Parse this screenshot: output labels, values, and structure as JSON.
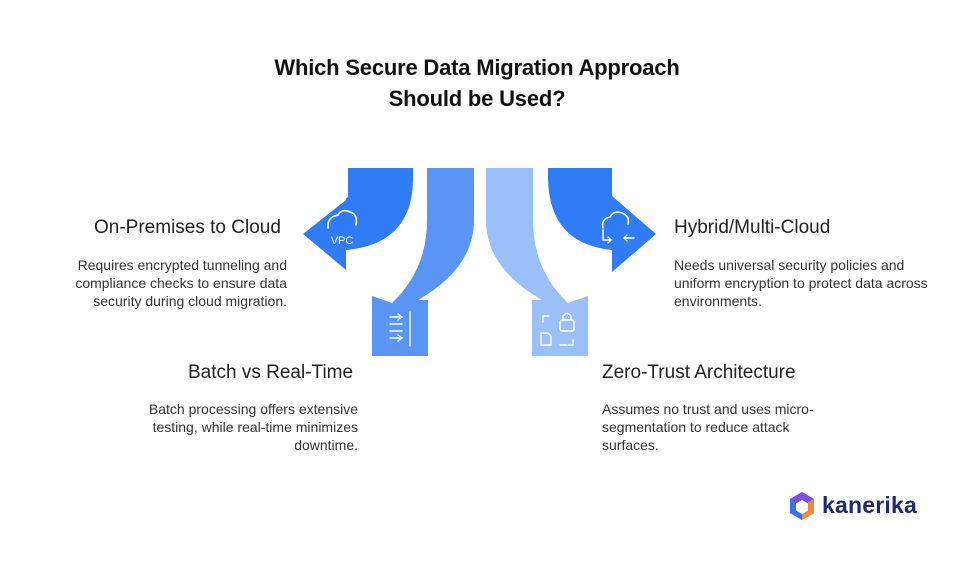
{
  "title": {
    "line1": "Which Secure Data Migration Approach",
    "line2": "Should be Used?"
  },
  "options": {
    "on_premises": {
      "heading": "On-Premises to Cloud",
      "description": "Requires encrypted tunneling and compliance checks to ensure data security during cloud migration.",
      "icon": "cloud-vpc-icon",
      "icon_text": "VPC",
      "color": "#2f7cf6"
    },
    "hybrid": {
      "heading": "Hybrid/Multi-Cloud",
      "description": "Needs universal security policies and uniform encryption to protect data across environments.",
      "icon": "cloud-exchange-icon",
      "color": "#2f7cf6"
    },
    "batch": {
      "heading": "Batch vs Real-Time",
      "description": "Batch processing offers extensive testing, while real-time minimizes downtime.",
      "icon": "batch-list-icon",
      "color": "#5a95f5"
    },
    "zero_trust": {
      "heading": "Zero-Trust Architecture",
      "description": "Assumes no trust and uses micro-segmentation to reduce attack surfaces.",
      "icon": "lock-segment-icon",
      "color": "#9bbff8"
    }
  },
  "brand": {
    "name": "kanerika",
    "color": "#1f2a6b"
  }
}
